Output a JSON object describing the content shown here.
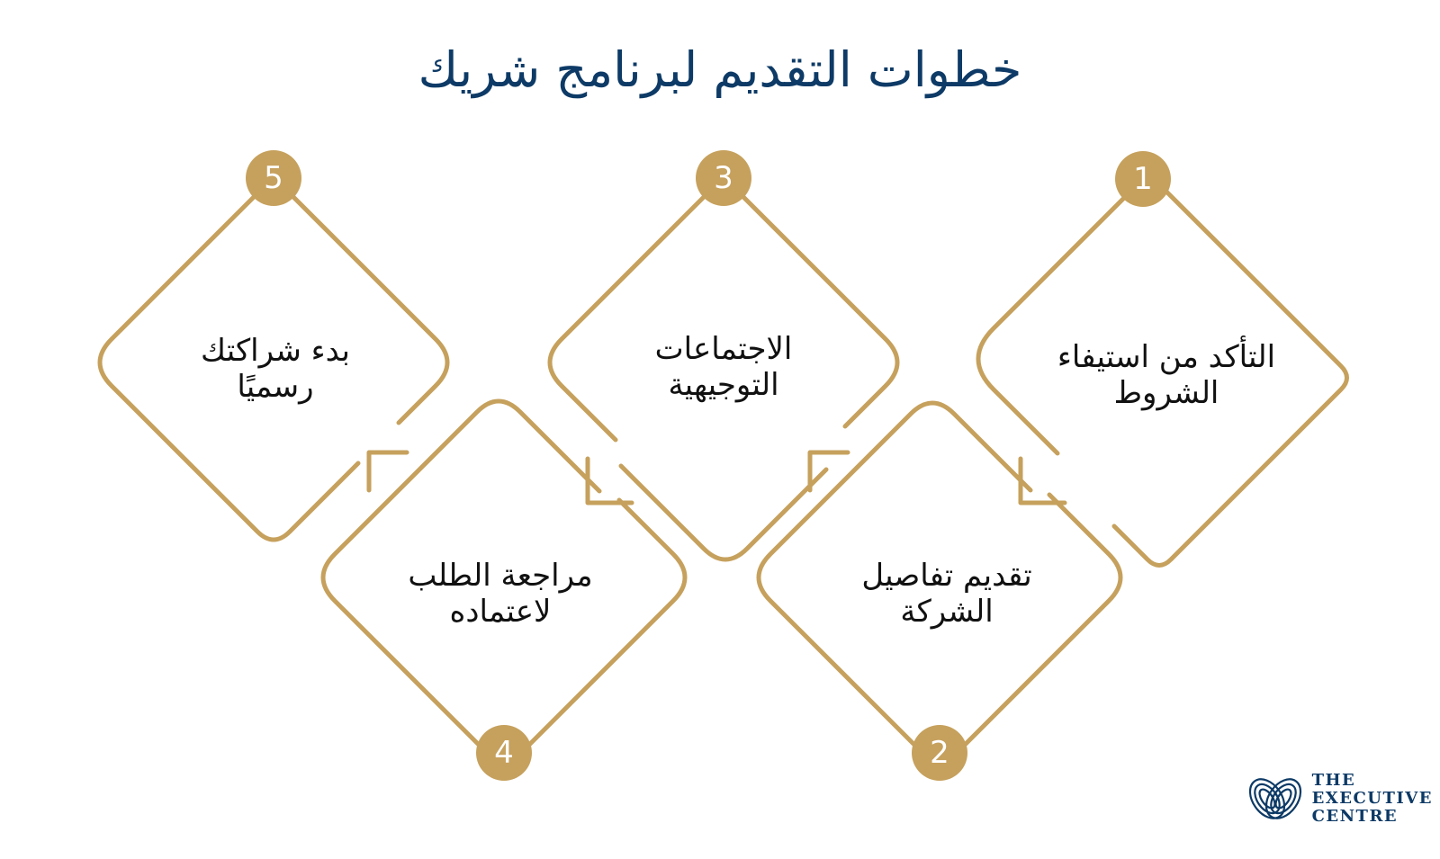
{
  "title": "خطوات التقديم لبرنامج شريك",
  "colors": {
    "accent": "#c6a15d",
    "title": "#0d3a66",
    "text": "#111111",
    "logo": "#0d3a66"
  },
  "steps": [
    {
      "number": "1",
      "line1": "التأكد من استيفاء",
      "line2": "الشروط"
    },
    {
      "number": "2",
      "line1": "تقديم تفاصيل",
      "line2": "الشركة"
    },
    {
      "number": "3",
      "line1": "الاجتماعات",
      "line2": "التوجيهية"
    },
    {
      "number": "4",
      "line1": "مراجعة الطلب",
      "line2": "لاعتماده"
    },
    {
      "number": "5",
      "line1": "بدء شراكتك",
      "line2": "رسميًا"
    }
  ],
  "logo": {
    "icon": "interlocking-rings-logo-icon",
    "line1": "THE",
    "line2": "EXECUTIVE",
    "line3": "CENTRE"
  }
}
